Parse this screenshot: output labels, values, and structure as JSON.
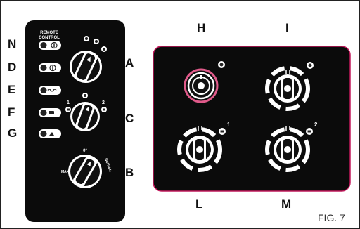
{
  "left_panel": {
    "remote_control_label": [
      "REMOTE",
      "CONTROL"
    ],
    "side_labels": [
      "N",
      "D",
      "E",
      "F",
      "G"
    ],
    "knob_labels": {
      "A": "A",
      "C": "C",
      "B": "B"
    },
    "knob_c_marks": [
      "1",
      "2"
    ],
    "knob_b_marks": {
      "top": "0°",
      "left": "MAX",
      "right": "NORMAL"
    }
  },
  "right_panel": {
    "burner_labels": {
      "H": "H",
      "I": "I",
      "L": "L",
      "M": "M"
    },
    "burner_marks": {
      "L": "1",
      "M": "2"
    }
  },
  "figure_caption": "FIG. 7",
  "colors": {
    "panel": "#0b0b0b",
    "frame_border": "#c2185b",
    "burner_h_ring": "#e05a8a"
  }
}
